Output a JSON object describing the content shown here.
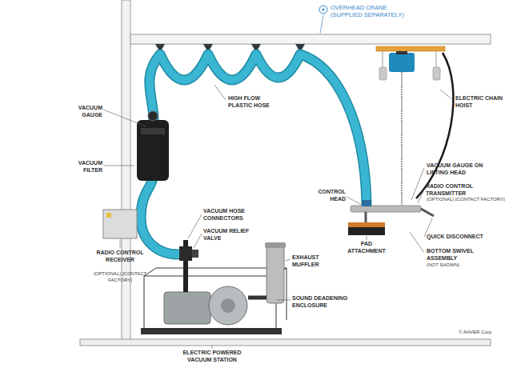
{
  "diagram": {
    "labels": [
      "OVERHEAD CRANE (SUPPLIED SEPARATELY)",
      "VACUUM GAUGE",
      "HIGH FLOW PLASTIC HOSE",
      "ELECTRIC CHAIN HOIST",
      "VACUUM FILTER",
      "VACUUM GAUGE ON LIFTING HEAD",
      "CONTROL HEAD",
      "RADIO CONTROL TRANSMITTER",
      "(OPTIONAL) [CONTACT FACTORY]",
      "VACUUM HOSE CONNECTORS",
      "VACUUM RELIEF VALVE",
      "QUICK DISCONNECT",
      "PAD ATTACHMENT",
      "BOTTOM SWIVEL ASSEMBLY",
      "(NOT SHOWN)",
      "EXHAUST MUFFLER",
      "RADIO CONTROL RECEIVER",
      "(OPTIONAL) [CONTACT FACTORY]",
      "SOUND DEADENING ENCLOSURE",
      "© ANVER Corp.",
      "ELECTRIC POWERED VACUUM STATION"
    ]
  }
}
